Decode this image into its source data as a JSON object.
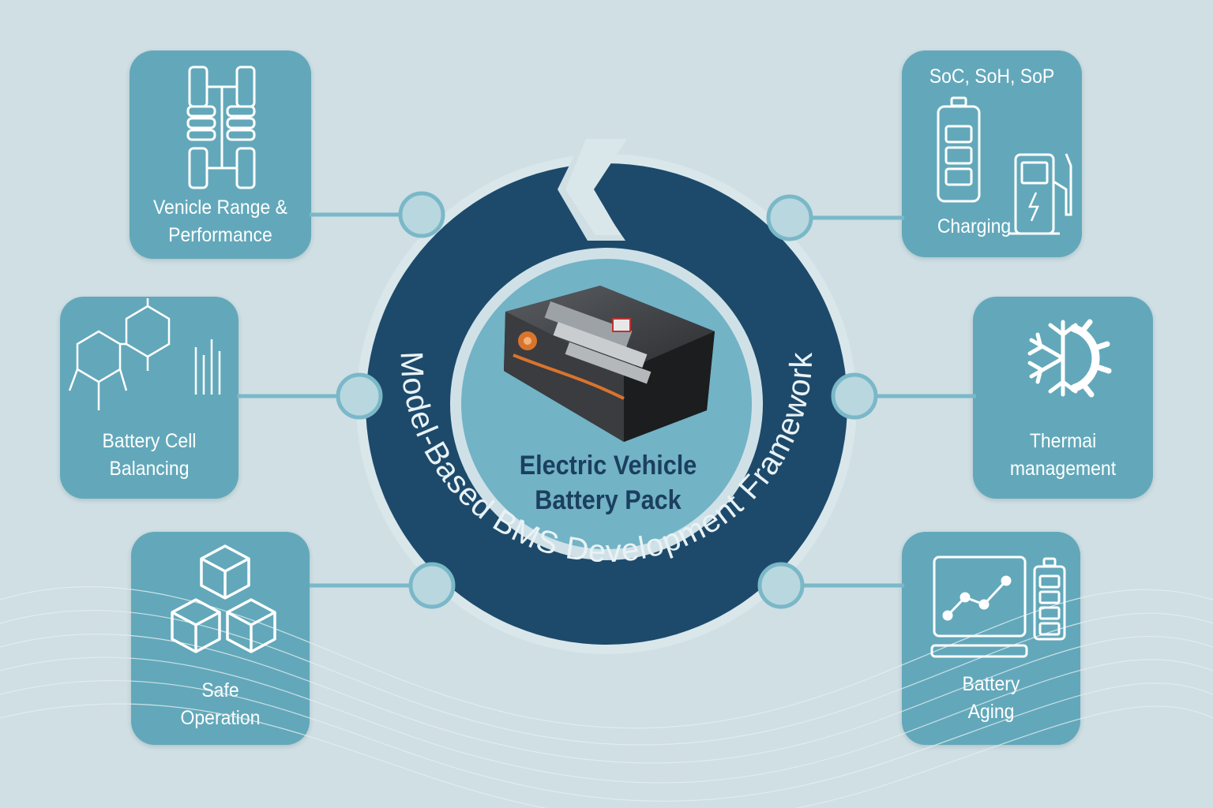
{
  "ring_label": "Model-Based BMS Development Framework",
  "center": {
    "title_line1": "Electric Vehicle",
    "title_line2": "Battery Pack"
  },
  "cards": {
    "vehicle_range": {
      "line1": "Venicle Range &",
      "line2": "Performance",
      "icon": "vehicle-chassis-icon"
    },
    "cell_balancing": {
      "line1": "Battery Cell",
      "line2": "Balancing",
      "icon": "hexagon-molecule-icon"
    },
    "safe_operation": {
      "line1": "Safe",
      "line2": "Operation",
      "icon": "stacked-cubes-icon"
    },
    "soc_soh_sop": {
      "heading": "SoC, SoH, SoP",
      "label": "Charging",
      "icon": "charging-station-icon"
    },
    "thermal": {
      "line1": "Thermai",
      "line2": "management",
      "icon": "snowflake-gear-icon"
    },
    "aging": {
      "line1": "Battery",
      "line2": "Aging",
      "icon": "aging-chart-icon"
    }
  },
  "colors": {
    "background": "#cfdfe4",
    "card": "#62a8ba",
    "ring": "#1d4a6b",
    "connector": "#7ab8c8",
    "center_disc": "#72b3c6",
    "title_text": "#1b3f5e"
  }
}
